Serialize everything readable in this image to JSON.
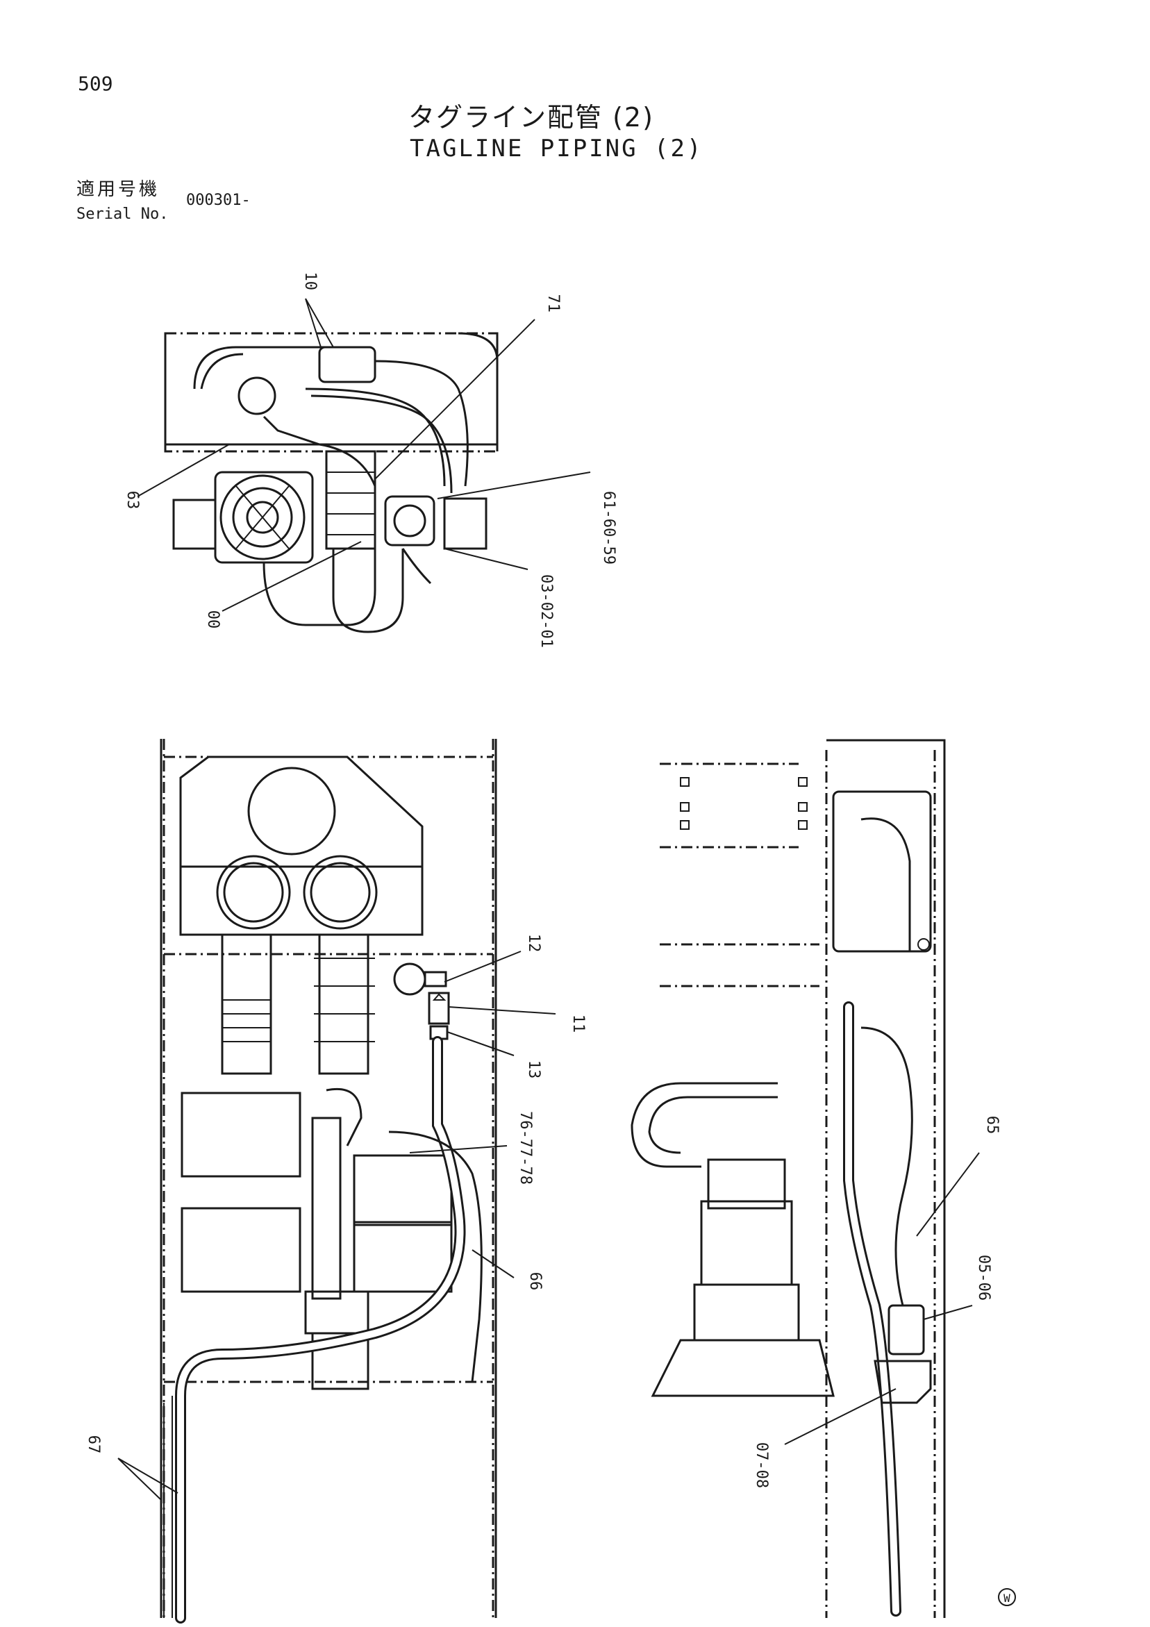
{
  "page_number": "509",
  "title_ja": "タグライン配管 (2)",
  "title_en": "TAGLINE PIPING (2)",
  "serial_label_ja": "適用号機",
  "serial_label_en": "Serial No.",
  "serial_value": "000301-",
  "callouts": {
    "top_view": [
      "10",
      "71",
      "63",
      "61-60-59",
      "03-02-01",
      "00"
    ],
    "front_view": [
      "12",
      "11",
      "13",
      "76-77-78",
      "66",
      "67"
    ],
    "side_view": [
      "65",
      "05-06",
      "07-08"
    ]
  },
  "mark": "W"
}
